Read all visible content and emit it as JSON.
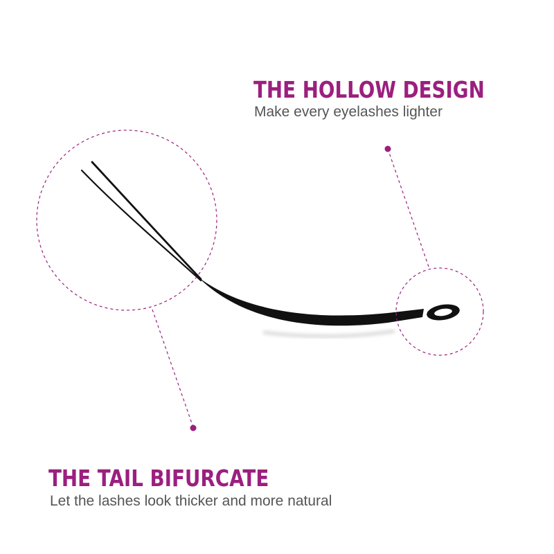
{
  "colors": {
    "accent": "#9b1f7f",
    "lash": "#111111",
    "body_text": "#555555"
  },
  "hollow_design": {
    "title": "THE HOLLOW DESIGN",
    "subtitle": "Make every eyelashes lighter"
  },
  "tail_bifurcate": {
    "title": "THE TAIL BIFURCATE",
    "subtitle": "Let the lashes look thicker and more natural"
  }
}
